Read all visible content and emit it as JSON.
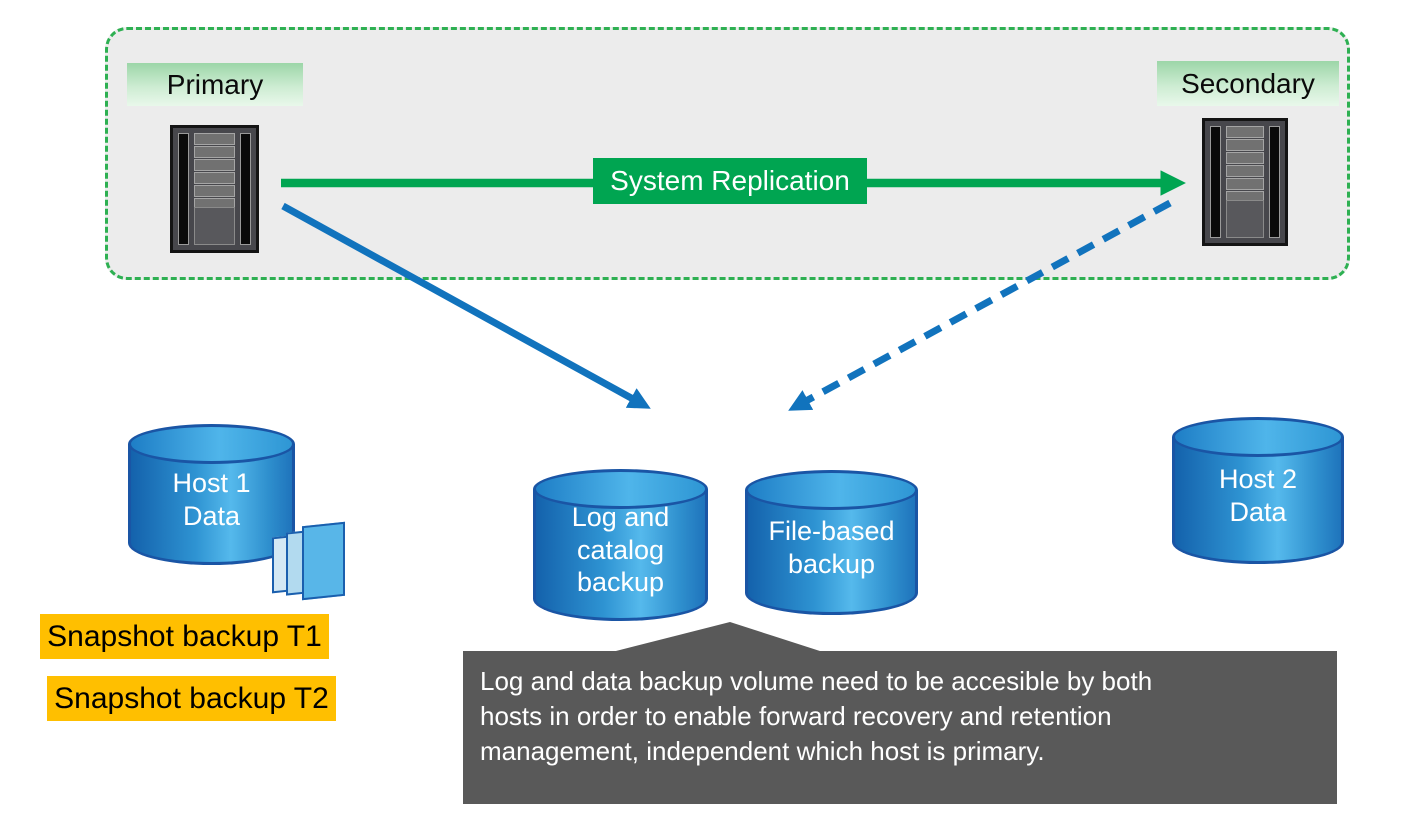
{
  "panel": {
    "primary_label": "Primary",
    "secondary_label": "Secondary",
    "replication_label": "System Replication"
  },
  "cylinders": [
    {
      "name": "host1-data",
      "label": "Host 1\nData"
    },
    {
      "name": "log-catalog-backup",
      "label": "Log and\ncatalog\nbackup"
    },
    {
      "name": "file-based-backup",
      "label": "File-based\nbackup"
    },
    {
      "name": "host2-data",
      "label": "Host 2\nData"
    }
  ],
  "snapshots": {
    "badges": [
      {
        "label": "Snapshot backup T1"
      },
      {
        "label": "Snapshot backup T2"
      }
    ],
    "pages_icon": "snapshot-pages-icon"
  },
  "callout": {
    "text": "Log and data backup volume need to be accesible by both\nhosts in order to enable forward recovery and retention\nmanagement, independent which host is primary."
  },
  "icons": {
    "primary_server": "server-rack-icon",
    "secondary_server": "server-rack-icon"
  },
  "colors": {
    "accent_green": "#00A551",
    "dashed_border_green": "#2EB052",
    "accent_blue": "#1173BD",
    "cylinder_border_blue": "#1A55A5",
    "snapshot_orange": "#FFBF00",
    "callout_gray": "#595959",
    "panel_background": "#ECECEC"
  }
}
